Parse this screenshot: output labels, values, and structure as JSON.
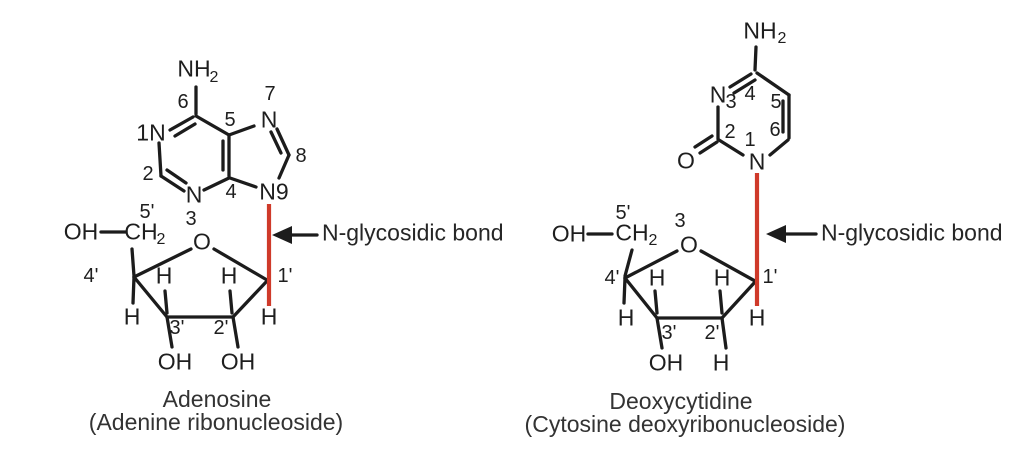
{
  "colors": {
    "ink": "#1c1c1c",
    "glycosidic_bond": "#cf3a2a"
  },
  "left": {
    "caption_line1": "Adenosine",
    "caption_line2": "(Adenine ribonucleoside)",
    "annotation": "N-glycosidic bond",
    "base": {
      "nh2": "NH",
      "nh2_sub": "2",
      "pos6": "6",
      "n1": "1N",
      "pos2": "2",
      "n3": "N",
      "pos3": "3",
      "pos4": "4",
      "pos5": "5",
      "pos7": "7",
      "n7": "N",
      "pos8": "8",
      "n9": "N9"
    },
    "sugar": {
      "pos5p": "5'",
      "oh_c5p": "OH",
      "ch": "CH",
      "ch_sub": "2",
      "o": "O",
      "pos4p": "4'",
      "pos1p": "1'",
      "pos3p": "3'",
      "pos2p": "2'",
      "h_inner_left": "H",
      "h_inner_right": "H",
      "h_below_c4p": "H",
      "h_below_c1p": "H",
      "oh_c3p": "OH",
      "oh_c2p": "OH"
    }
  },
  "right": {
    "caption_line1": "Deoxycytidine",
    "caption_line2": "(Cytosine deoxyribonucleoside)",
    "annotation": "N-glycosidic bond",
    "base": {
      "nh2": "NH",
      "nh2_sub": "2",
      "n3": "N",
      "pos3": "3",
      "pos4": "4",
      "pos5": "5",
      "pos2": "2",
      "pos6": "6",
      "pos1": "1",
      "n1": "N",
      "o": "O"
    },
    "sugar": {
      "pos5p": "5'",
      "oh_c5p": "OH",
      "ch": "CH",
      "ch_sub": "2",
      "pos3top": "3",
      "o": "O",
      "pos4p": "4'",
      "pos1p": "1'",
      "pos3p": "3'",
      "pos2p": "2'",
      "h_inner_left": "H",
      "h_inner_right": "H",
      "h_below_c4p": "H",
      "h_below_c1p": "H",
      "h_below_c2p": "H",
      "oh_c3p": "OH"
    }
  }
}
